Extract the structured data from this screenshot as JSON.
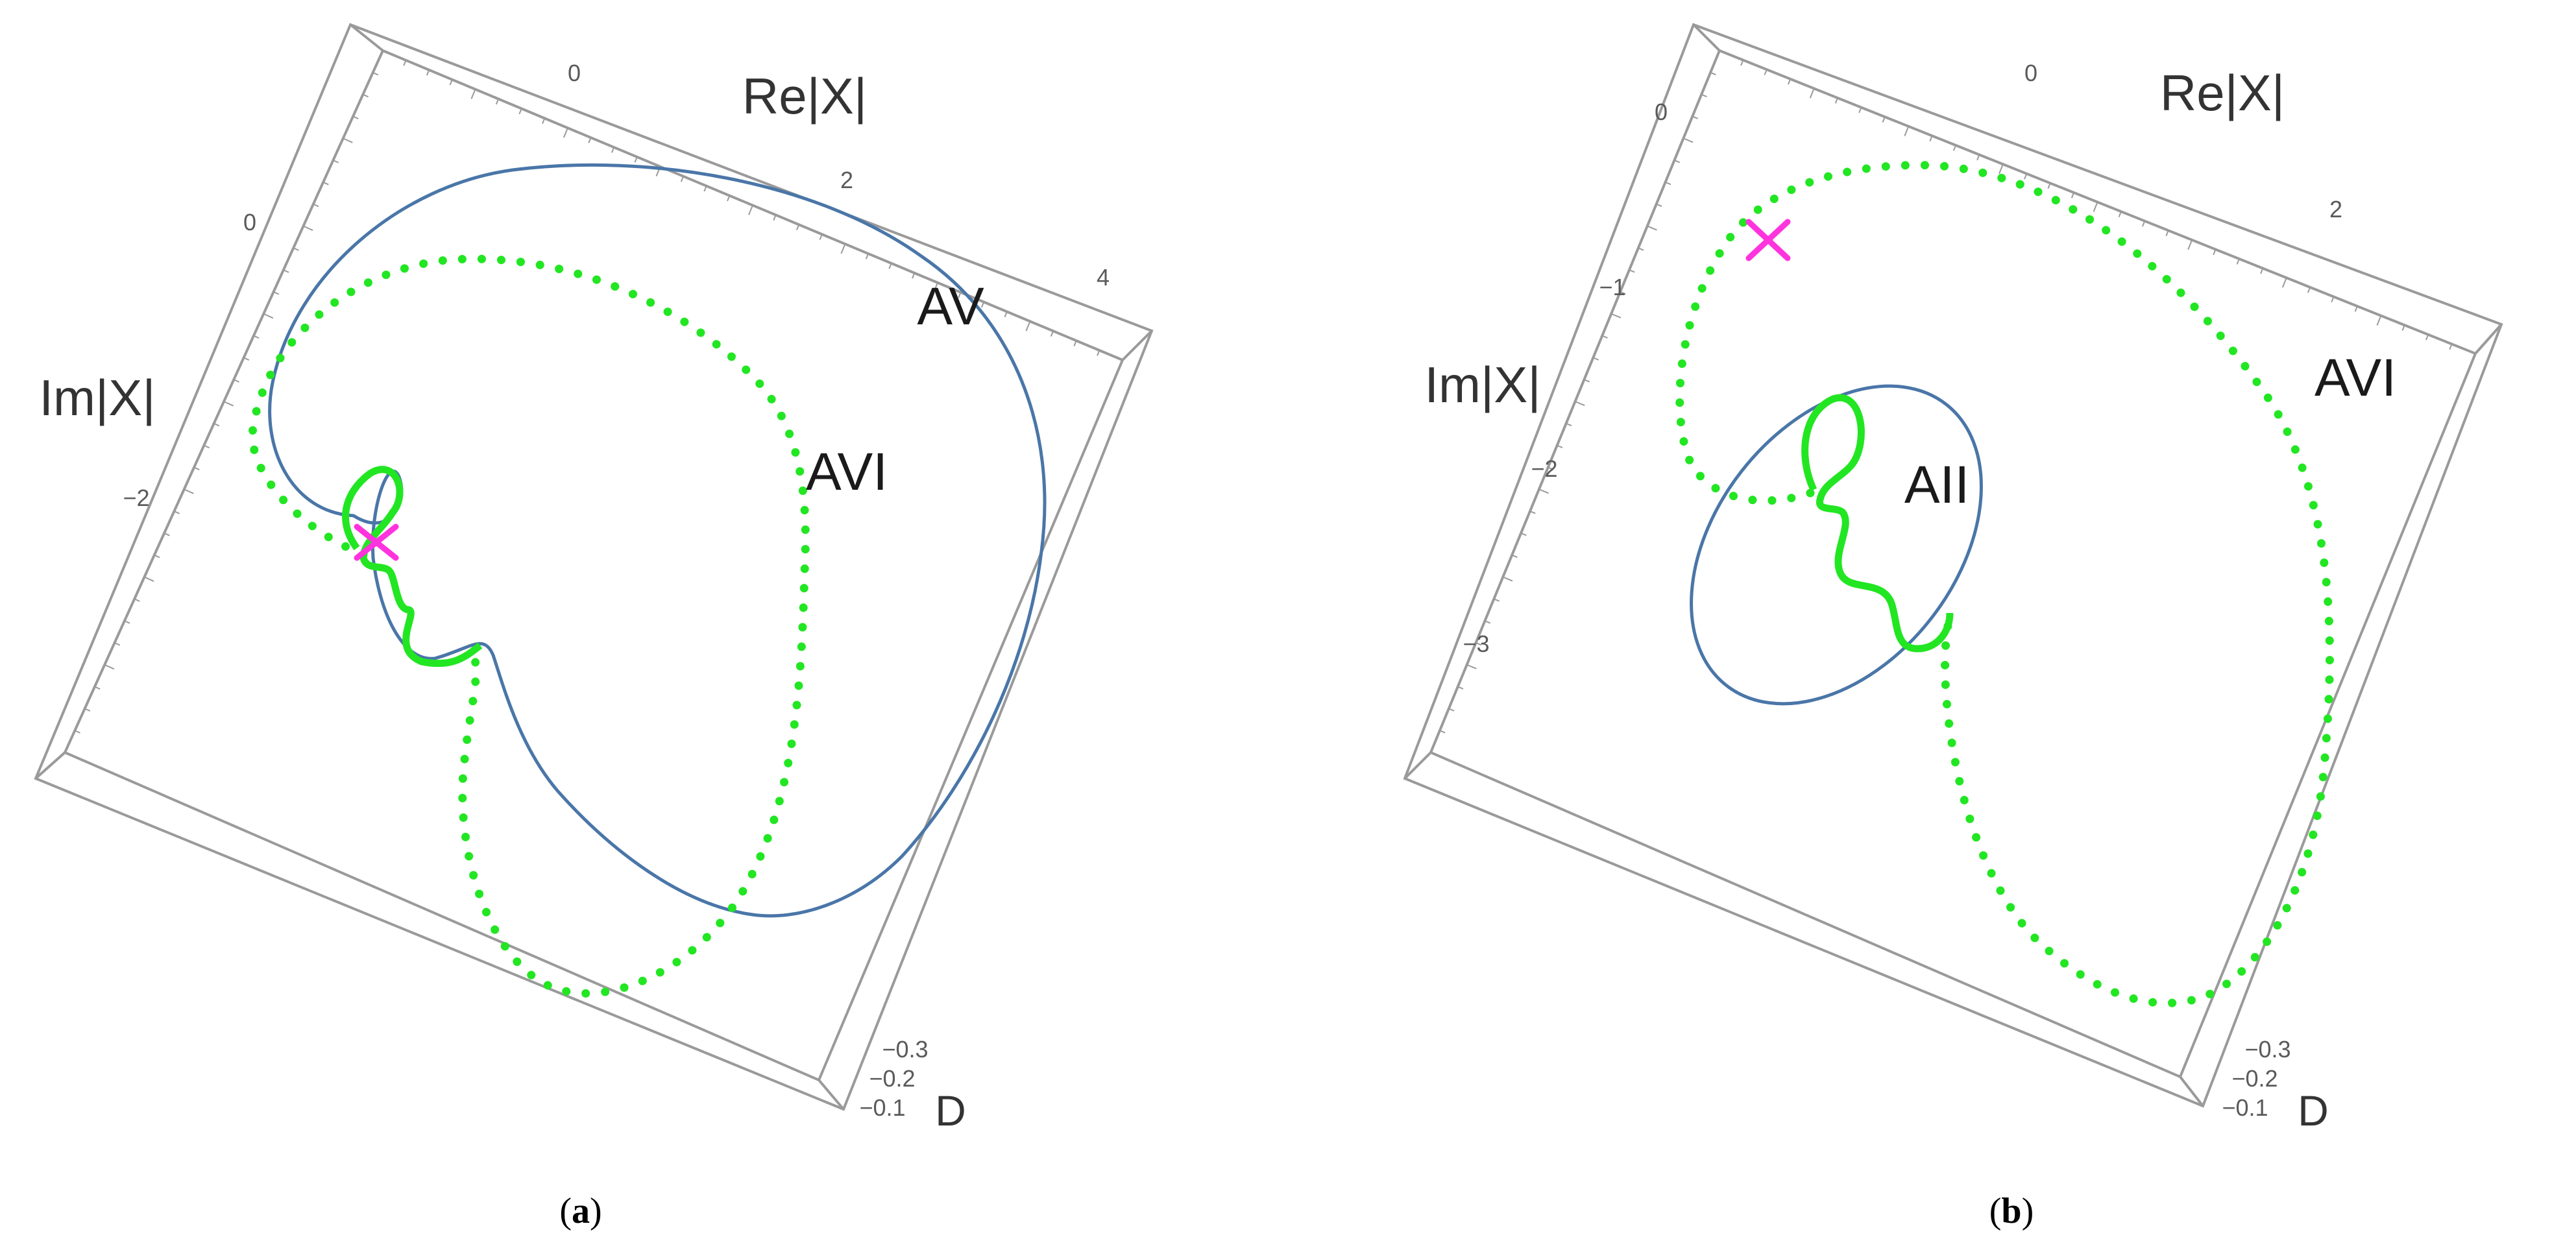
{
  "colors": {
    "blue_curve": "#4a76a8",
    "green_curve": "#22e622",
    "marker": "#ff33dd",
    "frame": "#9a9a9a"
  },
  "chart_data": [
    {
      "type": "line",
      "panel": "a",
      "caption_pre": "(",
      "caption_letter": "a",
      "caption_post": ")",
      "xlabel": "Re|X|",
      "ylabel": "Im|X|",
      "zlabel": "D",
      "x_ticks": [
        "0",
        "2",
        "4"
      ],
      "y_ticks": [
        "0",
        "−2"
      ],
      "z_ticks": [
        "−0.3",
        "−0.2",
        "−0.1"
      ],
      "series": [
        {
          "name": "AV",
          "style": "solid"
        },
        {
          "name": "AVI",
          "style": "dotted"
        }
      ],
      "marker": "cross"
    },
    {
      "type": "line",
      "panel": "b",
      "caption_pre": "(",
      "caption_letter": "b",
      "caption_post": ")",
      "xlabel": "Re|X|",
      "ylabel": "Im|X|",
      "zlabel": "D",
      "x_ticks": [
        "0",
        "2"
      ],
      "y_ticks": [
        "0",
        "−1",
        "−2",
        "−3"
      ],
      "z_ticks": [
        "−0.3",
        "−0.2",
        "−0.1"
      ],
      "series": [
        {
          "name": "AII",
          "style": "solid"
        },
        {
          "name": "AVI",
          "style": "dotted"
        }
      ],
      "marker": "cross"
    }
  ]
}
